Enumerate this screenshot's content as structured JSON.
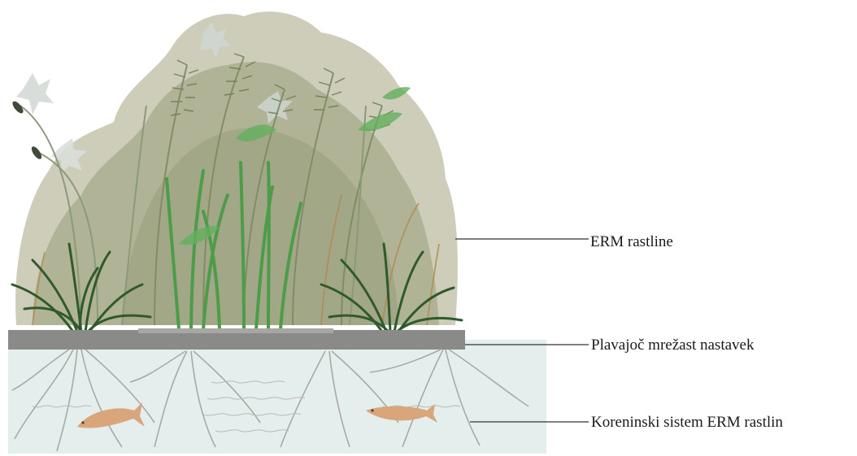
{
  "labels": {
    "plants": "ERM rastline",
    "mat": "Plavajoč mrežast nastavek",
    "roots": "Koreninski sistem ERM rastlin"
  },
  "colors": {
    "background": "#ffffff",
    "water": "#e4eeec",
    "foliage_back": "#b3b39a",
    "foliage_mid": "#8f9a72",
    "grass_dark": "#2f5a2c",
    "grass_bright": "#4c9c4a",
    "mat": "#8a8a88",
    "roots": "#a9aaa6",
    "fish": "#d9a57a",
    "leader_line": "#333333"
  }
}
